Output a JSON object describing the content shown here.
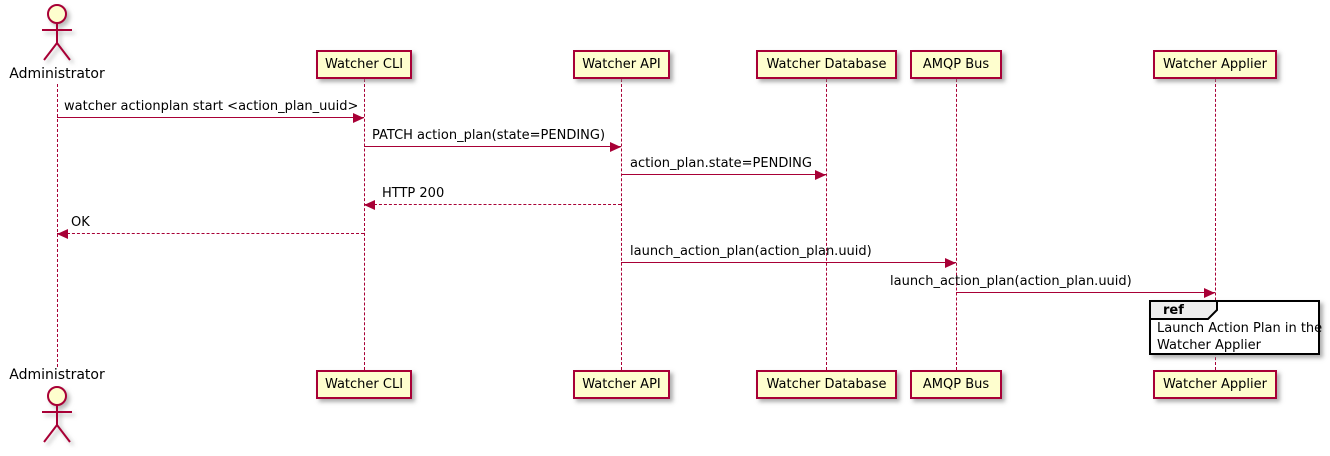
{
  "diagram": {
    "type": "uml-sequence",
    "colors": {
      "participant_fill": "#FEFECE",
      "participant_border": "#A80036",
      "line": "#A80036",
      "text": "#000000",
      "ref_border": "#000000",
      "ref_header_fill": "#EEEEEE",
      "ref_body_fill": "#FFFFFF",
      "background": "#FFFFFF"
    },
    "actor": {
      "name": "Administrator"
    },
    "participants": [
      {
        "label": "Watcher CLI"
      },
      {
        "label": "Watcher API"
      },
      {
        "label": "Watcher Database"
      },
      {
        "label": "AMQP Bus"
      },
      {
        "label": "Watcher Applier"
      }
    ],
    "messages": [
      {
        "from": "Administrator",
        "to": "Watcher CLI",
        "label": "watcher actionplan start <action_plan_uuid>",
        "style": "solid"
      },
      {
        "from": "Watcher CLI",
        "to": "Watcher API",
        "label": "PATCH action_plan(state=PENDING)",
        "style": "solid"
      },
      {
        "from": "Watcher API",
        "to": "Watcher Database",
        "label": "action_plan.state=PENDING",
        "style": "solid"
      },
      {
        "from": "Watcher API",
        "to": "Watcher CLI",
        "label": "HTTP 200",
        "style": "dashed"
      },
      {
        "from": "Watcher CLI",
        "to": "Administrator",
        "label": "OK",
        "style": "dashed"
      },
      {
        "from": "Watcher API",
        "to": "AMQP Bus",
        "label": "launch_action_plan(action_plan.uuid)",
        "style": "solid"
      },
      {
        "from": "AMQP Bus",
        "to": "Watcher Applier",
        "label": "launch_action_plan(action_plan.uuid)",
        "style": "solid"
      }
    ],
    "ref": {
      "tag": "ref",
      "line1": "Launch Action Plan in the",
      "line2": "Watcher Applier"
    }
  }
}
